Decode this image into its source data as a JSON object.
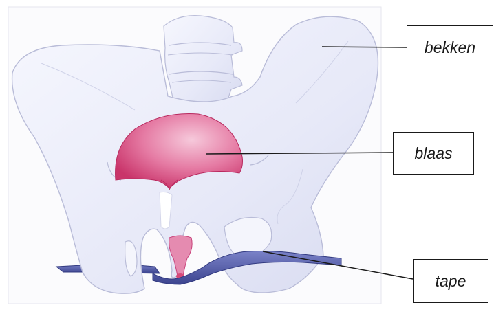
{
  "labels": {
    "bekken": "bekken",
    "blaas": "blaas",
    "tape": "tape"
  },
  "colors": {
    "bone_fill": "#eef0fb",
    "bone_outline": "#b9bcd8",
    "bladder": "#d6497a",
    "tape": "#4f58a8",
    "label_border": "#1a1a1a"
  }
}
